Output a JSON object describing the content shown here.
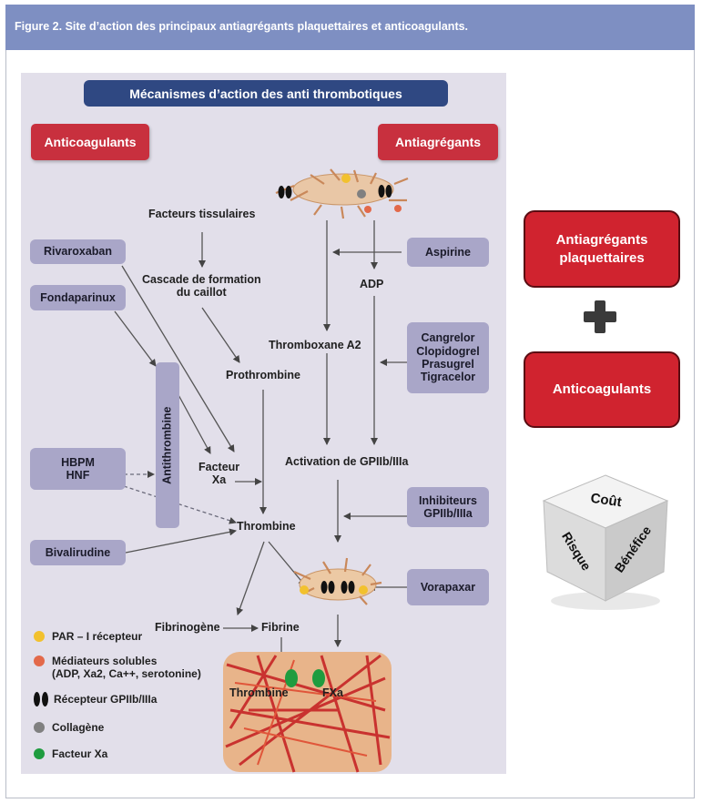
{
  "caption": "Figure 2. Site d’action des principaux antiagrégants plaquettaires et anticoagulants.",
  "diagram": {
    "title": "Mécanismes d’action des anti thrombotiques",
    "left_header": "Anticoagulants",
    "right_header": "Antiagrégants",
    "drugs": {
      "rivaroxaban": "Rivaroxaban",
      "fondaparinux": "Fondaparinux",
      "hbpm": "HBPM",
      "hnf": "HNF",
      "bivalirudine": "Bivalirudine",
      "antithrombine": "Antithrombine",
      "aspirine": "Aspirine",
      "p2y12": [
        "Cangrelor",
        "Clopidogrel",
        "Prasugrel",
        "Tigracelor"
      ],
      "gp_inhib": [
        "Inhibiteurs",
        "GPIIb/IIIa"
      ],
      "vorapaxar": "Vorapaxar"
    },
    "nodes": {
      "facteurs_tissulaires": "Facteurs tissulaires",
      "cascade": [
        "Cascade de formation",
        "du caillot"
      ],
      "prothrombine": "Prothrombine",
      "facteur_xa": [
        "Facteur",
        "Xa"
      ],
      "thrombine": "Thrombine",
      "fibrinogene": "Fibrinogène",
      "fibrine": "Fibrine",
      "adp": "ADP",
      "thromboxane": "Thromboxane A2",
      "activation": "Activation de GPIIb/IIIa",
      "clot_thrombine": "Thrombine",
      "clot_fxa": "FXa"
    },
    "legend": [
      {
        "label": "PAR – I récepteur",
        "color": "#f2c12e",
        "symbol": "dot"
      },
      {
        "label": "Médiateurs solubles",
        "label2": "(ADP, Xa2, Ca++, serotonine)",
        "color": "#e3694a",
        "symbol": "dot"
      },
      {
        "label": "Récepteur GPIIb/IIIa",
        "color": "#111111",
        "symbol": "pair"
      },
      {
        "label": "Collagène",
        "color": "#808080",
        "symbol": "dot"
      },
      {
        "label": "Facteur Xa",
        "color": "#1f9c3f",
        "symbol": "dot"
      }
    ]
  },
  "side": {
    "box1": [
      "Antiagrégants",
      "plaquettaires"
    ],
    "plus": "+",
    "box2": "Anticoagulants",
    "dice": {
      "top": "Coût",
      "left": "Risque",
      "right": "Bénéfice"
    }
  }
}
